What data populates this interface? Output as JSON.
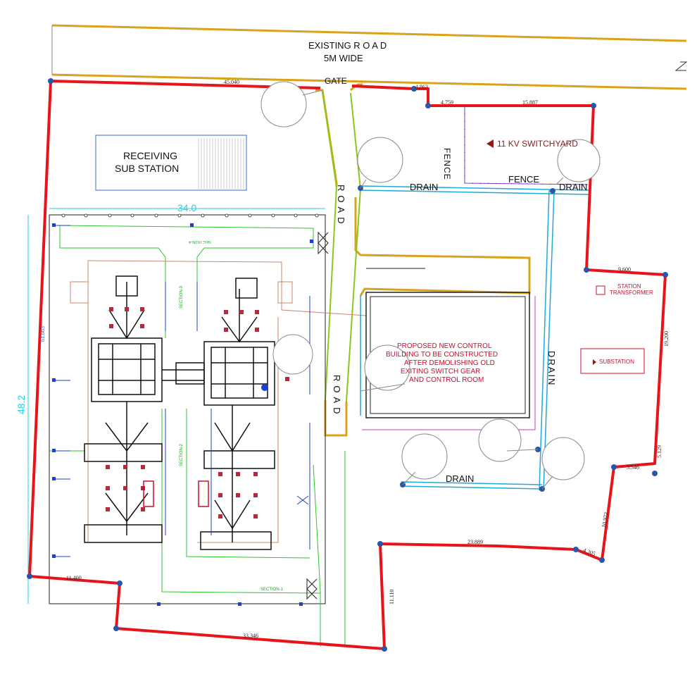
{
  "road": {
    "title": "EXISTING R O A D",
    "width": "5M WIDE"
  },
  "gate": "GATE",
  "labels": {
    "receiving_substation": [
      "RECEIVING",
      "SUB STATION"
    ],
    "fence": "FENCE",
    "fence_vertical": "FENCE",
    "switchyard_11kv": "11 KV SWITCHYARD",
    "road_vertical_top": "ROAD",
    "road_vertical_bottom": "ROAD",
    "drain_top": "DRAIN",
    "drain_top_right": "DRAIN",
    "drain_right": "DRAIN",
    "drain_bottom": "DRAIN",
    "station_transformer": [
      "STATION",
      "TRANSFORMER"
    ],
    "substation": "SUBSTATION",
    "control_building": [
      "PROPOSED NEW CONTROL",
      "BUILDING TO BE CONSTRUCTED",
      "AFTER DEMOLISHING OLD",
      "EXITING SWITCH GEAR",
      "AND CONTROL ROOM"
    ],
    "width_34": "34.0",
    "height_48": "48.2"
  },
  "sections": {
    "s1": "SECTION-1",
    "s2": "SECTION-2",
    "s3": "SECTION-3",
    "s4": "SECTION-4"
  },
  "dimensions": {
    "d45040": "45.040",
    "d863": "4.863",
    "d4759": "4.759",
    "d15887": "15.887",
    "d9600": "9.600",
    "d19200": "19.200",
    "d5129": "5.129",
    "d5546": "5.546",
    "d10972": "10.972",
    "d4305": "4.305",
    "d23889": "23.889",
    "d11110": "11.110",
    "d33346": "33.346",
    "d11400": "11.400",
    "d61663": "61.663"
  },
  "colors": {
    "boundary": "#e8141b",
    "road": "#d9a21a",
    "drain": "#22a8d8",
    "fence": "#7b3fd0",
    "switchyard": "#1aa81a",
    "building": "#c9876c"
  }
}
